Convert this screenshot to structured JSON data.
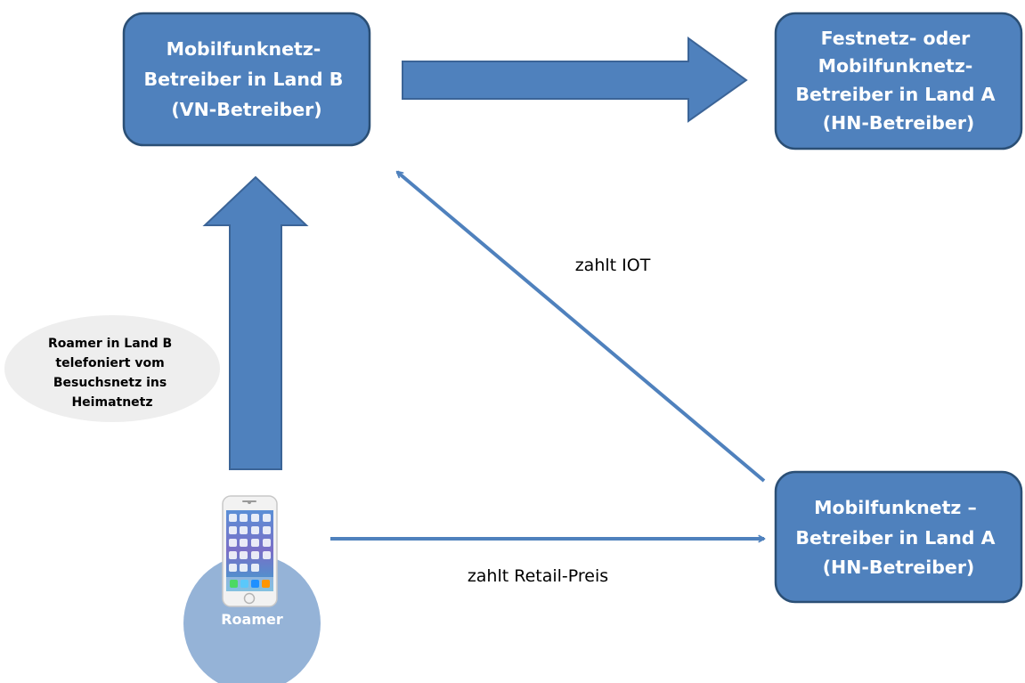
{
  "colors": {
    "box_fill": "#4f81bd",
    "box_stroke": "#2b4f75",
    "arrow_fill": "#4f81bd",
    "arrow_stroke": "#3b6497",
    "line": "#4f81bd",
    "roamer_circle": "#95b3d7",
    "note_fill": "#eeeeee"
  },
  "nodes": {
    "vn_operator_b": {
      "lines": [
        "Mobilfunknetz-",
        "Betreiber in Land B",
        "(VN-Betreiber)"
      ]
    },
    "hn_operator_a_fixed": {
      "lines": [
        "Festnetz- oder",
        "Mobilfunknetz-",
        "Betreiber in Land A",
        "(HN-Betreiber)"
      ]
    },
    "hn_operator_a_mobile": {
      "lines": [
        "Mobilfunknetz –",
        "Betreiber in Land A",
        "(HN-Betreiber)"
      ]
    },
    "roamer": {
      "label": "Roamer",
      "icon": "smartphone-icon"
    },
    "note": {
      "lines": [
        "Roamer in Land B",
        "telefoniert vom",
        "Besuchsnetz ins",
        "Heimatnetz"
      ]
    }
  },
  "edges": {
    "call_to_vn": {
      "from": "roamer",
      "to": "vn_operator_b",
      "style": "block-arrow"
    },
    "vn_to_hn": {
      "from": "vn_operator_b",
      "to": "hn_operator_a_fixed",
      "style": "block-arrow"
    },
    "pays_iot": {
      "from": "hn_operator_a_mobile",
      "to": "vn_operator_b",
      "style": "line-arrow",
      "label": "zahlt IOT"
    },
    "pays_retail": {
      "from": "roamer",
      "to": "hn_operator_a_mobile",
      "style": "line-arrow",
      "label": "zahlt Retail-Preis"
    }
  }
}
